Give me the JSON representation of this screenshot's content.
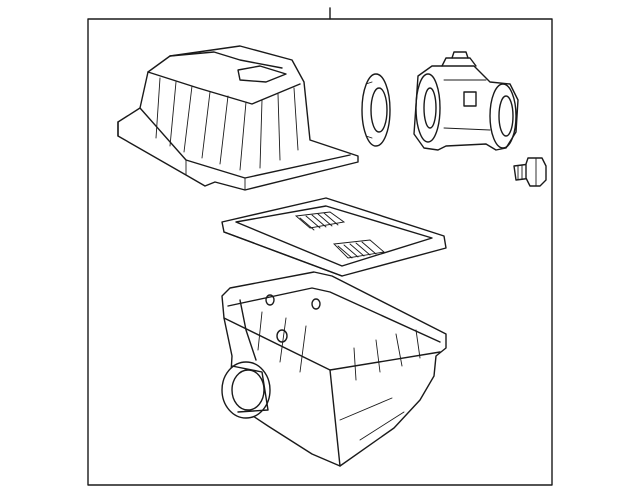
{
  "diagram": {
    "background": "#ffffff",
    "line_color": "#1a1a1a",
    "parts": [
      {
        "name": "air-cleaner-upper-cover"
      },
      {
        "name": "seal-ring"
      },
      {
        "name": "mass-air-flow-sensor"
      },
      {
        "name": "bolt"
      },
      {
        "name": "air-filter-element"
      },
      {
        "name": "air-cleaner-lower-housing"
      }
    ]
  }
}
